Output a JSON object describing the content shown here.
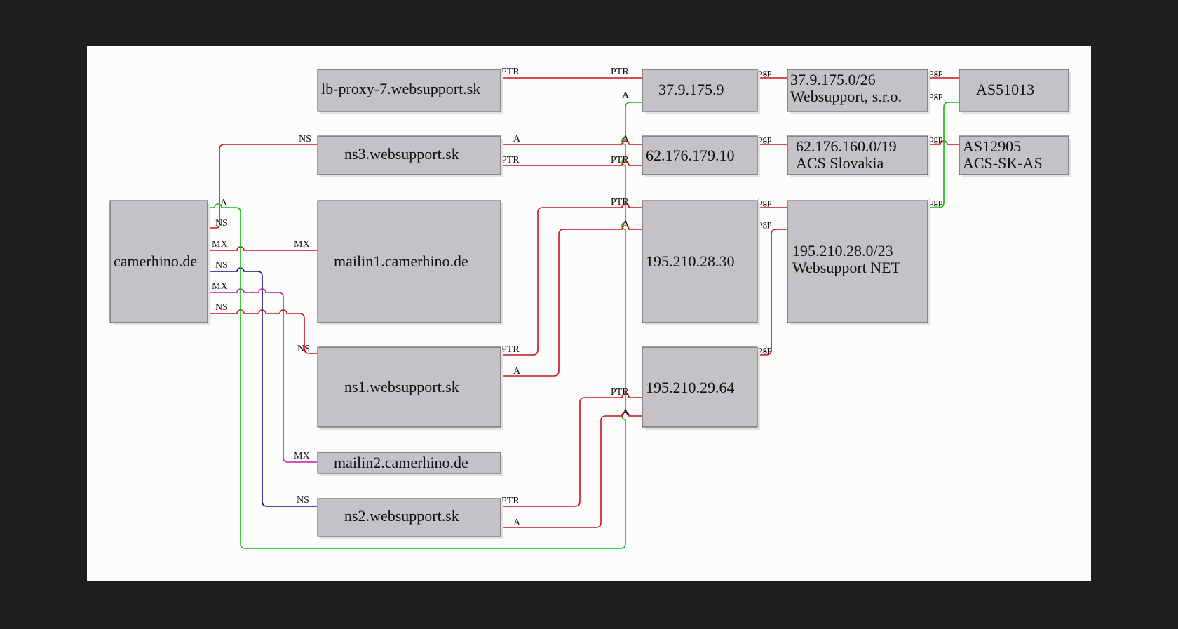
{
  "colors": {
    "frame": "#1f1f1f",
    "canvas": "#fcfdfa",
    "node_fill": "#c4c2c6",
    "node_shadow": "#e2e2e2",
    "red": "#c8141e",
    "green": "#16b816",
    "blue": "#10108e",
    "magenta": "#c71ab0"
  },
  "nodes": {
    "camerhino": "camerhino.de",
    "lbproxy": "lb-proxy-7.websupport.sk",
    "ns3": "ns3.websupport.sk",
    "mailin1": "mailin1.camerhino.de",
    "ns1": "ns1.websupport.sk",
    "mailin2": "mailin2.camerhino.de",
    "ns2": "ns2.websupport.sk",
    "ip_37": "37.9.175.9",
    "ip_62": "62.176.179.10",
    "ip_195_28": "195.210.28.30",
    "ip_195_29": "195.210.29.64",
    "net_37": [
      "37.9.175.0/26",
      "Websupport, s.r.o."
    ],
    "net_62": [
      "62.176.160.0/19",
      "ACS Slovakia"
    ],
    "net_195": [
      "195.210.28.0/23",
      "Websupport NET"
    ],
    "as51013": "AS51013",
    "as12905": [
      "AS12905",
      "ACS-SK-AS"
    ]
  },
  "edges": [
    {
      "label": "NS",
      "color": "red",
      "from": "camerhino",
      "to": "ns3"
    },
    {
      "label": "MX",
      "color": "red",
      "from": "camerhino",
      "to": "mailin1"
    },
    {
      "label": "NS",
      "color": "blue",
      "from": "camerhino",
      "to": "ns2"
    },
    {
      "label": "MX",
      "color": "magenta",
      "from": "camerhino",
      "to": "mailin2"
    },
    {
      "label": "NS",
      "color": "red",
      "from": "camerhino",
      "to": "ns1"
    },
    {
      "label": "A",
      "color": "green",
      "from": "camerhino",
      "to": "ip_37"
    },
    {
      "label": "PTR",
      "color": "red",
      "from": "lbproxy",
      "to": "ip_37"
    },
    {
      "label": "A",
      "color": "red",
      "from": "ns3",
      "to": "ip_62"
    },
    {
      "label": "PTR",
      "color": "red",
      "from": "ns3",
      "to": "ip_62"
    },
    {
      "label": "PTR",
      "color": "red",
      "from": "ns1",
      "to": "ip_195_28"
    },
    {
      "label": "A",
      "color": "red",
      "from": "ns1",
      "to": "ip_195_28"
    },
    {
      "label": "PTR",
      "color": "red",
      "from": "ns2",
      "to": "ip_195_29"
    },
    {
      "label": "A",
      "color": "red",
      "from": "ns2",
      "to": "ip_195_29"
    },
    {
      "label": "bgp",
      "color": "red",
      "from": "ip_37",
      "to": "net_37"
    },
    {
      "label": "bgp",
      "color": "red",
      "from": "ip_62",
      "to": "net_62"
    },
    {
      "label": "bgp",
      "color": "red",
      "from": "ip_195_28",
      "to": "net_195"
    },
    {
      "label": "bgp",
      "color": "red",
      "from": "ip_195_29",
      "to": "net_195"
    },
    {
      "label": "bgp",
      "color": "red",
      "from": "net_37",
      "to": "as51013"
    },
    {
      "label": "bgp",
      "color": "green",
      "from": "net_195",
      "to": "as51013"
    },
    {
      "label": "bgp",
      "color": "red",
      "from": "net_62",
      "to": "as12905"
    }
  ]
}
